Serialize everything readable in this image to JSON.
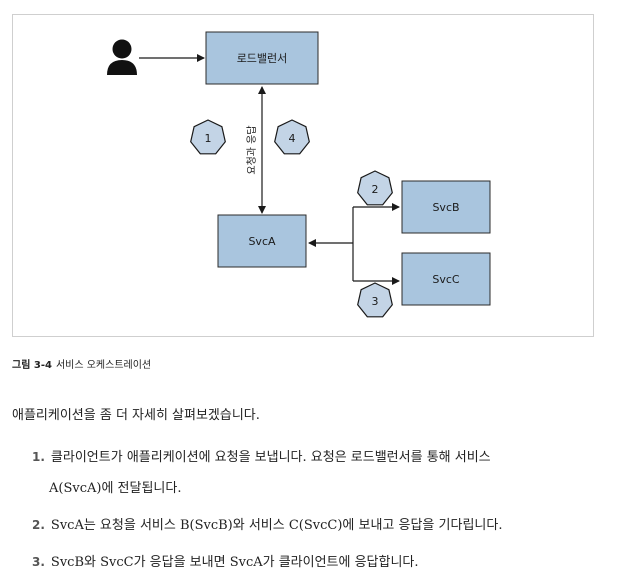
{
  "figure": {
    "nodes": {
      "load_balancer": "로드밸런서",
      "svc_a": "SvcA",
      "svc_b": "SvcB",
      "svc_c": "SvcC"
    },
    "vertical_label": "요청과 응답",
    "badges": {
      "b1": "1",
      "b2": "2",
      "b3": "3",
      "b4": "4"
    },
    "colors": {
      "box_fill": "#a9c5de",
      "box_stroke": "#2b2b2b",
      "badge_fill": "#c3d4e6"
    },
    "icons": [
      "user-icon",
      "hexagon-step-badge"
    ]
  },
  "caption": {
    "number": "그림 3-4",
    "title": "서비스 오케스트레이션"
  },
  "body": {
    "intro": "애플리케이션을 좀 더 자세히 살펴보겠습니다.",
    "items": [
      {
        "num": "1.",
        "line1": "클라이언트가 애플리케이션에 요청을 보냅니다. 요청은 로드밸런서를 통해 서비스",
        "line2": "A(SvcA)에 전달됩니다."
      },
      {
        "num": "2.",
        "line1": "SvcA는 요청을 서비스 B(SvcB)와 서비스 C(SvcC)에 보내고 응답을 기다립니다."
      },
      {
        "num": "3.",
        "line1": "SvcB와 SvcC가 응답을 보내면 SvcA가 클라이언트에 응답합니다."
      }
    ]
  }
}
